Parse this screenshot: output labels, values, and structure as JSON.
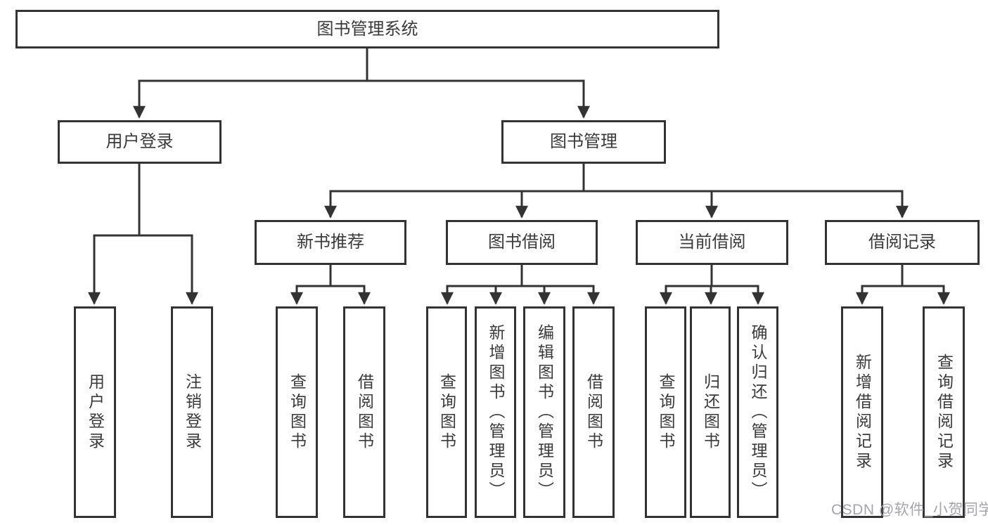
{
  "diagram_title": "图书管理系统",
  "nodes": {
    "root": "图书管理系统",
    "userLogin": "用户登录",
    "bookManagement": "图书管理",
    "newBookRecommend": "新书推荐",
    "bookBorrow": "图书借阅",
    "currentBorrow": "当前借阅",
    "borrowRecord": "借阅记录",
    "leafUserLogin": "用户登录",
    "leafLogout": "注销登录",
    "leafQueryBook1": "查询图书",
    "leafBorrowBook1": "借阅图书",
    "leafQueryBook2": "查询图书",
    "leafAddBook": "新增图书（管理员）",
    "leafEditBook": "编辑图书（管理员）",
    "leafBorrowBook2": "借阅图书",
    "leafQueryBook3": "查询图书",
    "leafReturnBook": "归还图书",
    "leafConfirmReturn": "确认归还（管理员）",
    "leafAddBorrowRecord": "新增借阅记录",
    "leafQueryBorrowRecord": "查询借阅记录"
  },
  "hierarchy": [
    {
      "parent": "图书管理系统",
      "children": [
        "用户登录",
        "图书管理"
      ]
    },
    {
      "parent": "用户登录",
      "children": [
        "用户登录",
        "注销登录"
      ]
    },
    {
      "parent": "图书管理",
      "children": [
        "新书推荐",
        "图书借阅",
        "当前借阅",
        "借阅记录"
      ]
    },
    {
      "parent": "新书推荐",
      "children": [
        "查询图书",
        "借阅图书"
      ]
    },
    {
      "parent": "图书借阅",
      "children": [
        "查询图书",
        "新增图书（管理员）",
        "编辑图书（管理员）",
        "借阅图书"
      ]
    },
    {
      "parent": "当前借阅",
      "children": [
        "查询图书",
        "归还图书",
        "确认归还（管理员）"
      ]
    },
    {
      "parent": "借阅记录",
      "children": [
        "新增借阅记录",
        "查询借阅记录"
      ]
    }
  ],
  "watermark": "CSDN @软件_小贺同学",
  "colors": {
    "line": "#333333",
    "text": "#3a3a3a",
    "box_fill": "#ffffff",
    "watermark": "#a4a4ab"
  }
}
